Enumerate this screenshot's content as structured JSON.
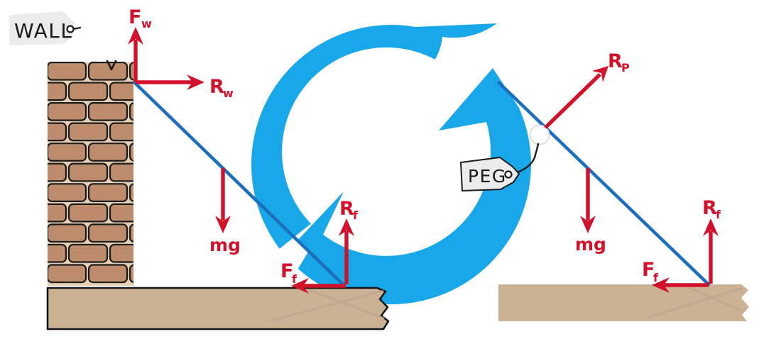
{
  "scene": {
    "colors": {
      "background": "#ffffff",
      "force_red": "#d2122b",
      "ladder_blue": "#1d6fbd",
      "cycle_blue": "#18a7e8",
      "brick_fill": "#bc8c6d",
      "mortar": "#e7cfb4",
      "ground": "#cbb295",
      "ground_shade": "#bda389",
      "ground_outline": "#141414",
      "tag_fill": "#ececec",
      "ink": "#1a1a1a"
    },
    "wall_tag": {
      "label": "WALL"
    },
    "peg_tag": {
      "label": "PEG"
    },
    "left_diagram": {
      "forces": {
        "fw": {
          "main": "F",
          "sub": "w"
        },
        "rw": {
          "main": "R",
          "sub": "w"
        },
        "mg": {
          "main": "mg"
        },
        "rf": {
          "main": "R",
          "sub": "f"
        },
        "ff": {
          "main": "F",
          "sub": "f"
        }
      }
    },
    "right_diagram": {
      "forces": {
        "rp": {
          "main": "R",
          "sub": "P"
        },
        "mg": {
          "main": "mg"
        },
        "rf": {
          "main": "R",
          "sub": "f"
        },
        "ff": {
          "main": "F",
          "sub": "f"
        }
      }
    }
  }
}
